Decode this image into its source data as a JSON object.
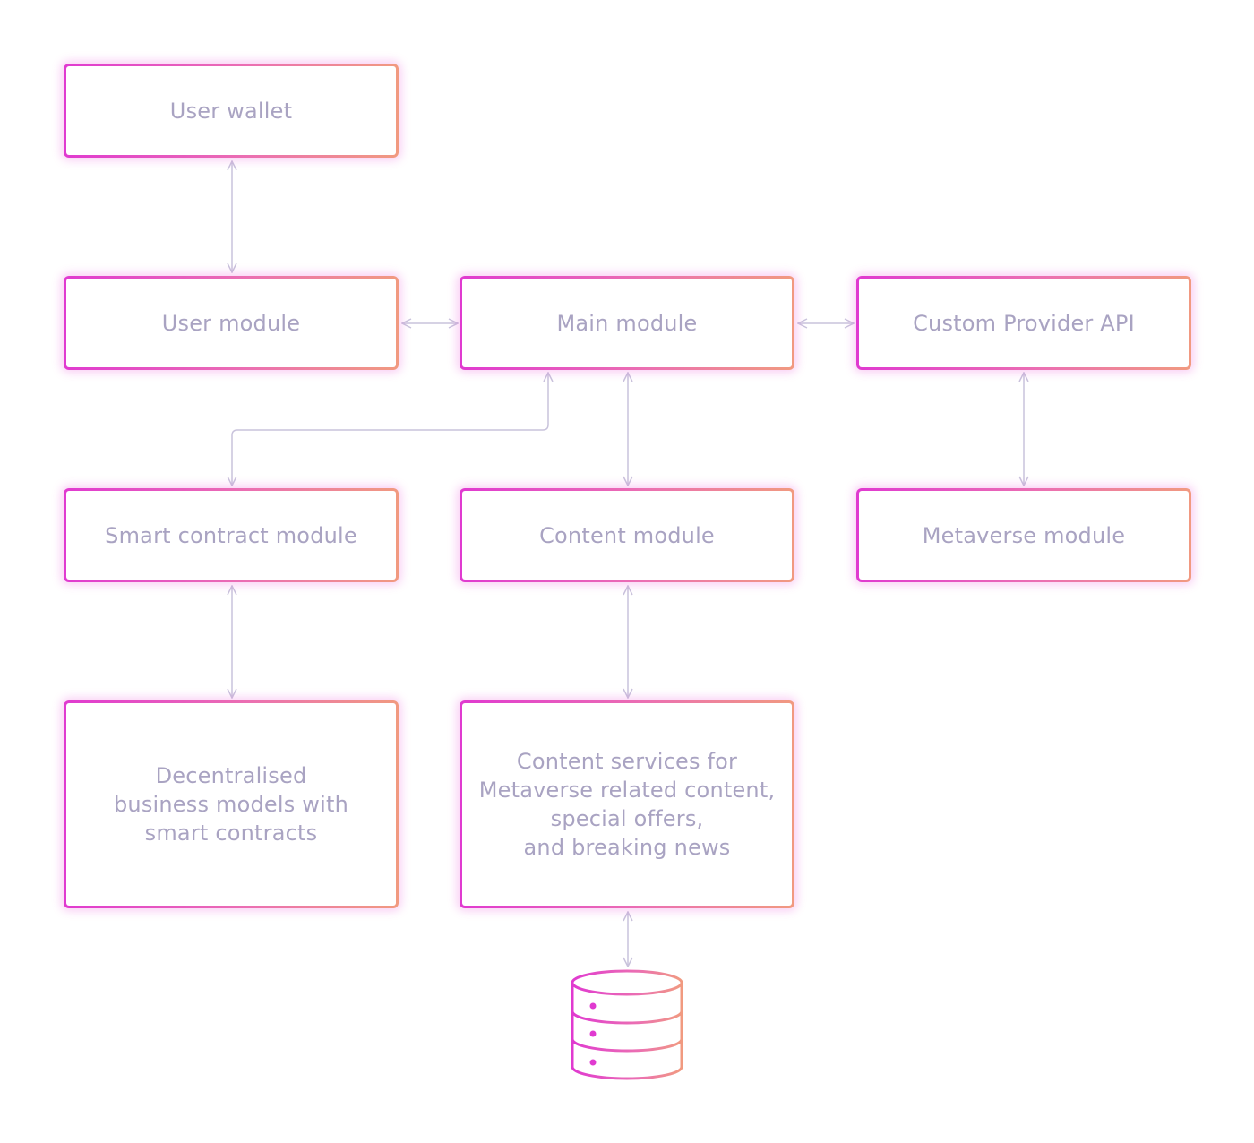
{
  "boxes": {
    "user_wallet": "User wallet",
    "user_module": "User module",
    "main_module": "Main module",
    "custom_provider_api": "Custom Provider API",
    "smart_contract_module": "Smart contract module",
    "content_module": "Content module",
    "metaverse_module": "Metaverse module",
    "decentralised_models": "Decentralised\nbusiness models with\nsmart contracts",
    "content_services": "Content services for\nMetaverse related content,\nspecial offers,\nand breaking news"
  },
  "icons": {
    "database": "database-icon"
  },
  "colors": {
    "box_border_start": "#e03ad0",
    "box_border_end": "#f19a80",
    "label_text": "#a9a3c2",
    "connector": "#c9c3dc"
  }
}
